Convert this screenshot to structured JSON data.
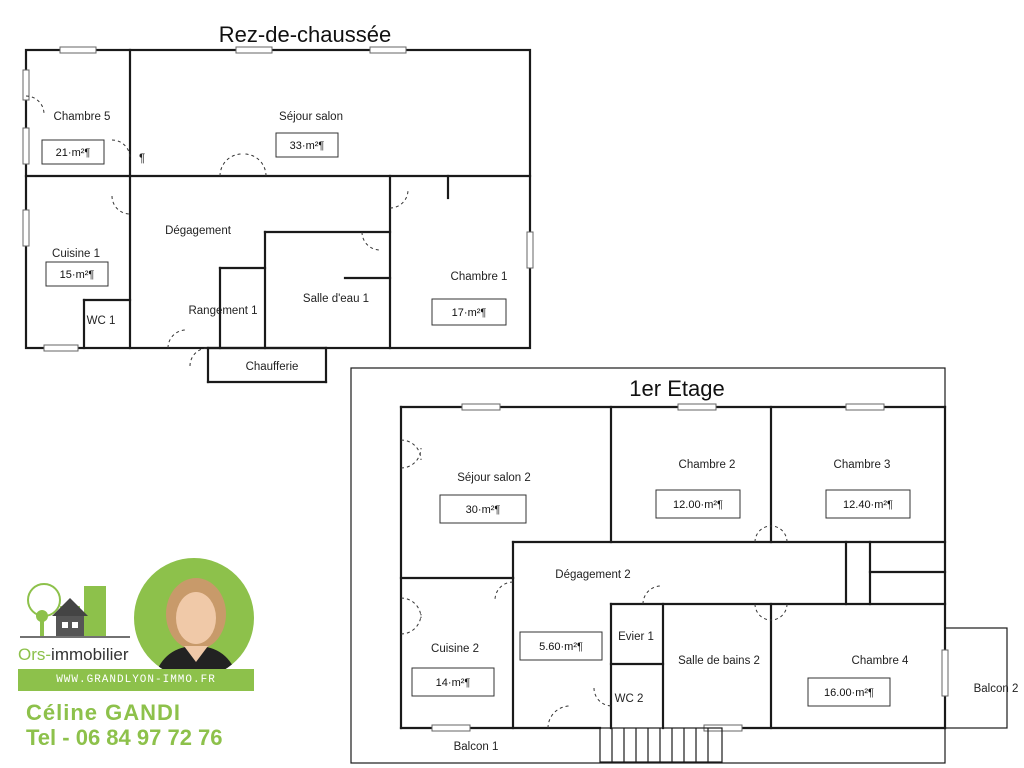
{
  "ground_floor": {
    "title": "Rez-de-chaussée",
    "rooms": {
      "chambre5": "Chambre 5",
      "sejour": "Séjour salon",
      "degagement": "Dégagement",
      "cuisine1": "Cuisine 1",
      "wc1": "WC 1",
      "rangement1": "Rangement 1",
      "salle_eau": "Salle d'eau 1",
      "chambre1": "Chambre 1",
      "chaufferie": "Chaufferie"
    },
    "areas": {
      "chambre5": "21·m²¶",
      "sejour": "33·m²¶",
      "cuisine1": "15·m²¶",
      "chambre1": "17·m²¶"
    },
    "pilcrow": "¶"
  },
  "first_floor": {
    "title": "1er Etage",
    "rooms": {
      "sejour2": "Séjour salon 2",
      "chambre2": "Chambre 2",
      "chambre3": "Chambre 3",
      "degagement2": "Dégagement 2",
      "cuisine2": "Cuisine 2",
      "evier1": "Evier 1",
      "sdb2": "Salle de bains 2",
      "chambre4": "Chambre 4",
      "wc2": "WC 2",
      "balcon1": "Balcon 1",
      "balcon2": "Balcon 2"
    },
    "areas": {
      "sejour2": "30·m²¶",
      "chambre2": "12.00·m²¶",
      "chambre3": "12.40·m²¶",
      "degagement2": "5.60·m²¶",
      "cuisine2": "14·m²¶",
      "chambre4": "16.00·m²¶"
    }
  },
  "branding": {
    "agency_prefix": "Ors-",
    "agency_suffix": "immobilier",
    "url": "WWW.GRANDLYON-IMMO.FR",
    "agent_name": "Céline GANDI",
    "agent_tel": "Tel - 06 84 97 72 76",
    "accent_color": "#8dc14b",
    "logo_icon": "house-buildings-icon",
    "portrait_icon": "agent-portrait"
  }
}
